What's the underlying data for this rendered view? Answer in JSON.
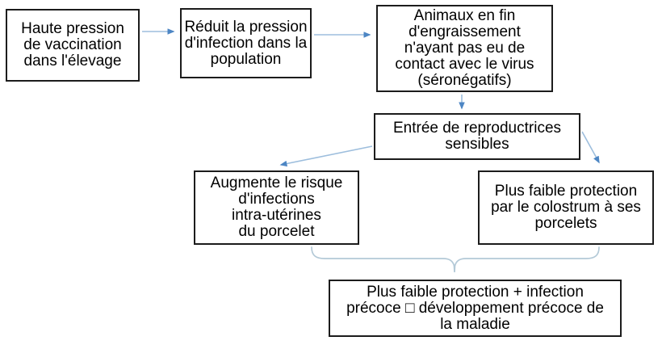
{
  "diagram": {
    "boxes": [
      {
        "id": "haute-pression-vaccination",
        "text": "Haute pression\nde vaccination\ndans l'élevage"
      },
      {
        "id": "reduit-pression-infection",
        "text": "Réduit la pression\nd'infection dans la\npopulation"
      },
      {
        "id": "animaux-fin-engraissement",
        "text": "Animaux en fin\nd'engraissement\nn'ayant pas eu de\ncontact avec le virus\n(séronégatifs)"
      },
      {
        "id": "entree-reproductrices",
        "text": "Entrée de reproductrices\nsensibles"
      },
      {
        "id": "augmente-risque-infections",
        "text": "Augmente le risque\nd'infections\nintra-utérines\ndu porcelet"
      },
      {
        "id": "faible-protection-colostrum",
        "text": "Plus faible protection\npar le colostrum à ses\nporcelets"
      },
      {
        "id": "conclusion-maladie",
        "text": "Plus faible protection + infection\nprécoce □ développement précoce de\nla maladie"
      }
    ],
    "connectors": [
      {
        "from": "haute-pression-vaccination",
        "to": "reduit-pression-infection",
        "type": "arrow"
      },
      {
        "from": "reduit-pression-infection",
        "to": "animaux-fin-engraissement",
        "type": "arrow"
      },
      {
        "from": "animaux-fin-engraissement",
        "to": "entree-reproductrices",
        "type": "arrow"
      },
      {
        "from": "entree-reproductrices",
        "to": "augmente-risque-infections",
        "type": "arrow"
      },
      {
        "from": "entree-reproductrices",
        "to": "faible-protection-colostrum",
        "type": "arrow"
      },
      {
        "from": "augmente-risque-infections + faible-protection-colostrum",
        "to": "conclusion-maladie",
        "type": "brace"
      }
    ],
    "colors": {
      "background": "#ffffff",
      "box_fill": "#ffffff",
      "box_border": "#1c1c1c",
      "text": "#000000",
      "arrow_line": "#9dbedd",
      "arrow_head": "#4d86c4",
      "brace": "#b3c9d7"
    }
  }
}
